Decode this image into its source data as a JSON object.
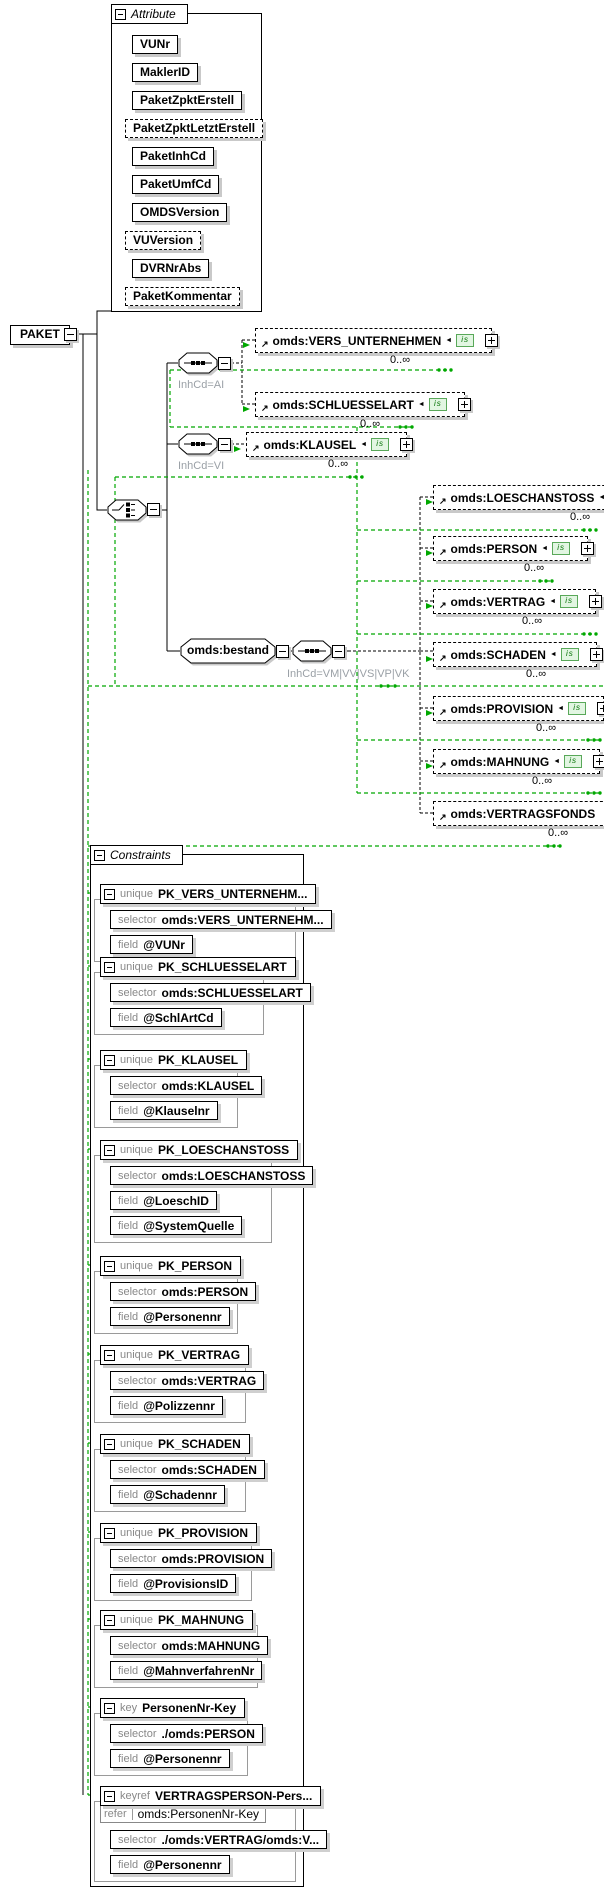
{
  "badge": "is",
  "root": {
    "name": "PAKET"
  },
  "panels": {
    "attributes": {
      "title": "Attribute",
      "items": [
        {
          "name": "VUNr",
          "use": "required"
        },
        {
          "name": "MaklerID",
          "use": "required"
        },
        {
          "name": "PaketZpktErstell",
          "use": "required"
        },
        {
          "name": "PaketZpktLetztErstell",
          "use": "optional"
        },
        {
          "name": "PaketInhCd",
          "use": "required"
        },
        {
          "name": "PaketUmfCd",
          "use": "required"
        },
        {
          "name": "OMDSVersion",
          "use": "required"
        },
        {
          "name": "VUVersion",
          "use": "optional"
        },
        {
          "name": "DVRNrAbs",
          "use": "required"
        },
        {
          "name": "PaketKommentar",
          "use": "optional"
        }
      ]
    },
    "constraints": {
      "title": "Constraints",
      "labels": {
        "selector": "selector",
        "field": "field",
        "refer": "refer"
      },
      "items": [
        {
          "kind": "unique",
          "name": "PK_VERS_UNTERNEHM...",
          "selector": "omds:VERS_UNTERNEHM...",
          "fields": [
            "@VUNr"
          ]
        },
        {
          "kind": "unique",
          "name": "PK_SCHLUESSELART",
          "selector": "omds:SCHLUESSELART",
          "fields": [
            "@SchlArtCd"
          ]
        },
        {
          "kind": "unique",
          "name": "PK_KLAUSEL",
          "selector": "omds:KLAUSEL",
          "fields": [
            "@Klauselnr"
          ]
        },
        {
          "kind": "unique",
          "name": "PK_LOESCHANSTOSS",
          "selector": "omds:LOESCHANSTOSS",
          "fields": [
            "@LoeschID",
            "@SystemQuelle"
          ]
        },
        {
          "kind": "unique",
          "name": "PK_PERSON",
          "selector": "omds:PERSON",
          "fields": [
            "@Personennr"
          ]
        },
        {
          "kind": "unique",
          "name": "PK_VERTRAG",
          "selector": "omds:VERTRAG",
          "fields": [
            "@Polizzennr"
          ]
        },
        {
          "kind": "unique",
          "name": "PK_SCHADEN",
          "selector": "omds:SCHADEN",
          "fields": [
            "@Schadennr"
          ]
        },
        {
          "kind": "unique",
          "name": "PK_PROVISION",
          "selector": "omds:PROVISION",
          "fields": [
            "@ProvisionsID"
          ]
        },
        {
          "kind": "unique",
          "name": "PK_MAHNUNG",
          "selector": "omds:MAHNUNG",
          "fields": [
            "@MahnverfahrenNr"
          ]
        },
        {
          "kind": "key",
          "name": "PersonenNr-Key",
          "selector": "./omds:PERSON",
          "fields": [
            "@Personennr"
          ]
        },
        {
          "kind": "keyref",
          "name": "VERTRAGSPERSON-Pers...",
          "refer": "omds:PersonenNr-Key",
          "selector": "./omds:VERTRAG/omds:V...",
          "fields": [
            "@Personennr"
          ]
        }
      ]
    }
  },
  "groups": {
    "seq_ai": {
      "label": "InhCd=AI"
    },
    "seq_vi": {
      "label": "InhCd=VI"
    },
    "bestand": {
      "name": "omds:bestand"
    },
    "seq_bestand": {
      "label": "InhCd=VM|VV|VS|VP|VK"
    }
  },
  "elements": {
    "ai": [
      {
        "name": "omds:VERS_UNTERNEHMEN",
        "occurs": "0..∞"
      },
      {
        "name": "omds:SCHLUESSELART",
        "occurs": "0..∞"
      }
    ],
    "vi": [
      {
        "name": "omds:KLAUSEL",
        "occurs": "0..∞"
      }
    ],
    "bestand_choice": [
      {
        "name": "omds:LOESCHANSTOSS",
        "occurs": "0..∞"
      },
      {
        "name": "omds:PERSON",
        "occurs": "0..∞"
      },
      {
        "name": "omds:VERTRAG",
        "occurs": "0..∞"
      },
      {
        "name": "omds:SCHADEN",
        "occurs": "0..∞"
      },
      {
        "name": "omds:PROVISION",
        "occurs": "0..∞"
      },
      {
        "name": "omds:MAHNUNG",
        "occurs": "0..∞"
      },
      {
        "name": "omds:VERTRAGSFONDS",
        "occurs": "0..∞"
      }
    ]
  },
  "colors": {
    "constraint_link": "#00a800",
    "shadow": "#c9c9c9"
  }
}
